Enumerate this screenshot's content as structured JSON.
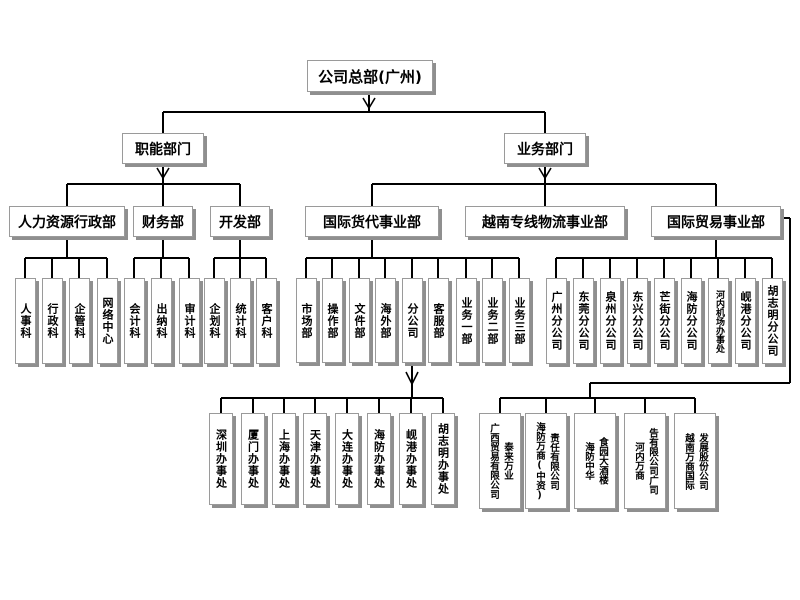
{
  "root": "公司总部(广州)",
  "level1": {
    "left": "职能部门",
    "right": "业务部门"
  },
  "func_groups": [
    {
      "name": "人力资源行政部",
      "children": [
        "人事科",
        "行政科",
        "企管科",
        "网络中心"
      ]
    },
    {
      "name": "财务部",
      "children": [
        "会计科",
        "出纳科",
        "审计科"
      ]
    },
    {
      "name": "开发部",
      "children": [
        "企划科",
        "统计科",
        "客户科"
      ]
    }
  ],
  "biz_groups": [
    {
      "name": "国际货代事业部",
      "children": [
        "市场部",
        "操作部",
        "文件部",
        "海外部",
        "分公司",
        "客服部",
        "业务一部",
        "业务二部",
        "业务三部"
      ]
    },
    {
      "name": "越南专线物流事业部",
      "children": []
    },
    {
      "name": "国际贸易事业部",
      "children": [
        "广州分公司",
        "东莞分公司",
        "泉州分公司",
        "东兴分公司",
        "芒街分公司",
        "海防分公司",
        "河内机场办事处",
        "岘港分公司",
        "胡志明分公司"
      ]
    }
  ],
  "branch_offices": [
    "深圳办事处",
    "厦门办事处",
    "上海办事处",
    "天津办事处",
    "大连办事处",
    "海防办事处",
    "岘港办事处",
    "胡志明办事处"
  ],
  "partners": [
    {
      "col1": "广西贸易有限公司",
      "col2": "泰来万业"
    },
    {
      "col1": "海防万商(中资)",
      "col2": "责任有限公司"
    },
    {
      "col1": "海防中华",
      "col2": "食园大酒楼"
    },
    {
      "col1": "河内万商",
      "col2": "告有限公司广司"
    },
    {
      "col1": "越南万商国际",
      "col2": "发展股份公司"
    }
  ]
}
